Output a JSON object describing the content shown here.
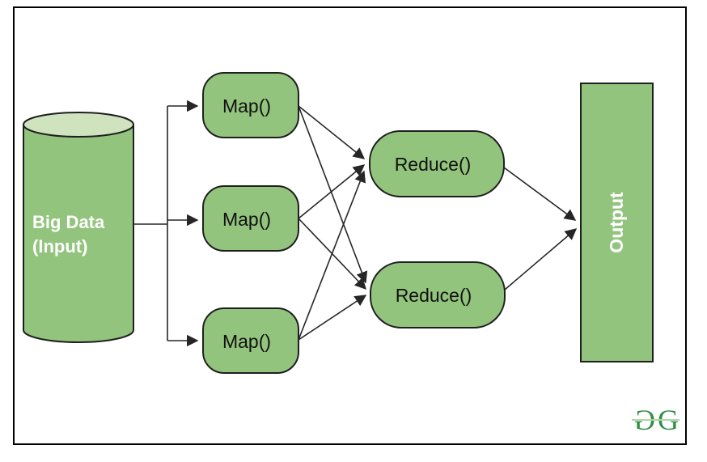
{
  "diagram": {
    "type": "mapreduce-flow",
    "input_node": {
      "line1": "Big Data",
      "line2": "(Input)"
    },
    "map_nodes": [
      {
        "id": "map-1",
        "label": "Map()"
      },
      {
        "id": "map-2",
        "label": "Map()"
      },
      {
        "id": "map-3",
        "label": "Map()"
      }
    ],
    "reduce_nodes": [
      {
        "id": "reduce-1",
        "label": "Reduce()"
      },
      {
        "id": "reduce-2",
        "label": "Reduce()"
      }
    ],
    "output_node": {
      "label": "Output"
    },
    "edges": [
      {
        "from": "input",
        "to": "map-1"
      },
      {
        "from": "input",
        "to": "map-2"
      },
      {
        "from": "input",
        "to": "map-3"
      },
      {
        "from": "map-1",
        "to": "reduce-1"
      },
      {
        "from": "map-1",
        "to": "reduce-2"
      },
      {
        "from": "map-2",
        "to": "reduce-1"
      },
      {
        "from": "map-2",
        "to": "reduce-2"
      },
      {
        "from": "map-3",
        "to": "reduce-1"
      },
      {
        "from": "map-3",
        "to": "reduce-2"
      },
      {
        "from": "reduce-1",
        "to": "output"
      },
      {
        "from": "reduce-2",
        "to": "output"
      }
    ],
    "colors": {
      "node_fill": "#93c47d",
      "cylinder_top_fill": "#cfe3bf",
      "node_stroke": "#1f1f1f",
      "edge_color": "#262626",
      "node_text_dark": "#111111",
      "node_text_light": "#ffffff",
      "background": "#ffffff",
      "frame_border": "#000000",
      "logo_color": "#2f8d45"
    }
  },
  "logo": {
    "name": "GeeksforGeeks",
    "letter_left_mirrored": "G",
    "letter_right": "G"
  }
}
